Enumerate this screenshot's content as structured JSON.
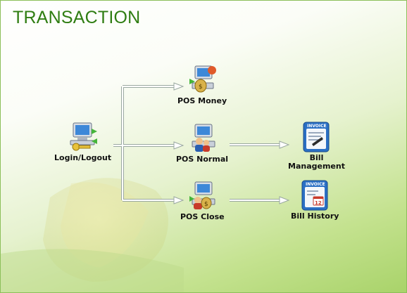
{
  "page": {
    "title": "TRANSACTION"
  },
  "nodes": {
    "login": {
      "label": "Login/Logout"
    },
    "pos_money": {
      "label": "POS Money"
    },
    "pos_normal": {
      "label": "POS Normal"
    },
    "pos_close": {
      "label": "POS Close"
    },
    "bill_management": {
      "label_line1": "Bill",
      "label_line2": "Management",
      "icon_text": "INVOICE"
    },
    "bill_history": {
      "label": "Bill History",
      "icon_text": "INVOICE",
      "calendar_number": "12"
    }
  },
  "colors": {
    "title": "#2f7d12",
    "connector_stroke": "#ffffff",
    "connector_outline": "#9aa8a0"
  }
}
